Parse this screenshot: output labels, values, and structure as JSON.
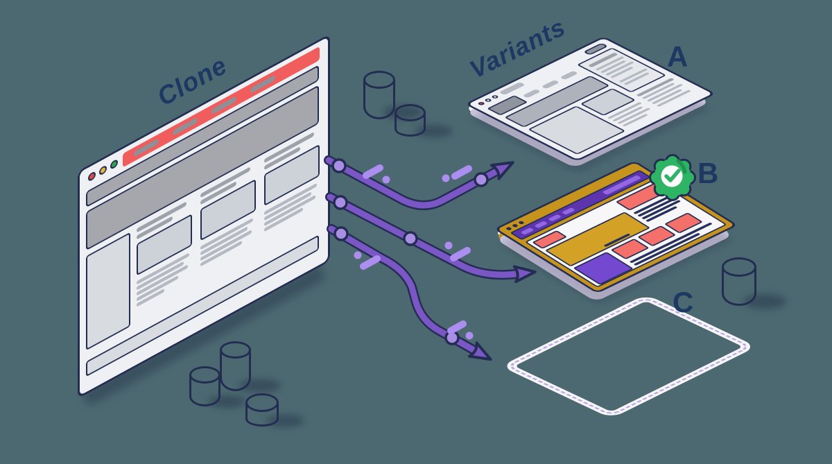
{
  "labels": {
    "clone": "Clone",
    "variants": "Variants",
    "variant_a": "A",
    "variant_b": "B",
    "variant_c": "C"
  },
  "icons": {
    "badge": "check-badge-icon",
    "badge_glyph": "checkmark",
    "browser_dots": "traffic-lights-icon"
  },
  "palette": {
    "background": "#4C6971",
    "ink": "#232D52",
    "label": "#1C3863",
    "frame": "#EFF0F3",
    "white": "#F7F7F9",
    "chrome-gray": "#A6A7AC",
    "card-gray": "#CDD2D9",
    "soft-gray": "#D8DBDF",
    "pill-gray": "#8F949E",
    "line-gray": "#B5BAC2",
    "line-dark": "#9EA3AB",
    "line-navy": "#26305A",
    "red": "#F15C5D",
    "red-pill": "#8F8F95",
    "salmon": "#F4716B",
    "gold": "#C6931D",
    "gold-light": "#D3A125",
    "purple-nav": "#5B34AE",
    "purple-pill": "#9268E2",
    "purple-card": "#7448CF",
    "arrow": "#7B57C6",
    "node": "#A98FE3",
    "dash": "#AC8EF0",
    "dash-soft": "#B9A8E8",
    "green": "#2FB465",
    "green-dark": "#1F9150",
    "side": "#CBC5DC",
    "shadow": "rgba(24,34,61,0.38)",
    "shadow-soft": "rgba(24,34,61,0.18)",
    "dot-red": "#DD4A41",
    "dot-yellow": "#E8B53A",
    "dot-green": "#2FA14F"
  }
}
